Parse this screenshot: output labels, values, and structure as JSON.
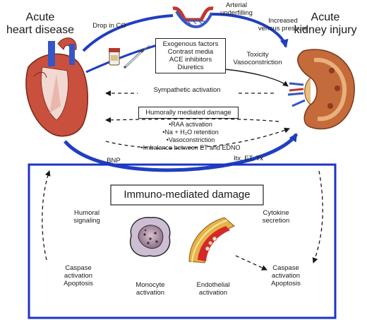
{
  "left_title": [
    "Acute",
    "heart disease"
  ],
  "right_title": [
    "Acute",
    "kidney injury"
  ],
  "top": {
    "drop_in_co": "Drop in CO",
    "arterial": [
      "Arterial",
      "underfilling"
    ],
    "venous": [
      "Increased",
      "venous pressure"
    ],
    "toxicity": [
      "Toxicity",
      "Vasoconstriction"
    ]
  },
  "factors_box": [
    "Exogenous factors",
    "Contrast media",
    "ACE inhibitors",
    "Diuretics"
  ],
  "middle": {
    "sympathetic": "Sympathetic activation",
    "humoral_box": "Humorally mediated damage",
    "humoral_list": [
      "•RAA activation",
      "•Na + H₂O retention",
      "•Vasoconstriction",
      "•Imbalance between ET and EDNO"
    ],
    "bnp": "BNP",
    "itx": "Itx, ET, Tx"
  },
  "immuno": {
    "title": "Immuno-mediated damage",
    "humoral_signaling": [
      "Humoral",
      "signaling"
    ],
    "cytokine": [
      "Cytokine",
      "secretion"
    ],
    "caspase_left": [
      "Caspase",
      "activation",
      "Apoptosis"
    ],
    "caspase_right": [
      "Caspase",
      "activation",
      "Apoptosis"
    ],
    "monocyte": [
      "Monocyte",
      "activation"
    ],
    "endothelial": [
      "Endothelial",
      "activation"
    ]
  },
  "icons": {
    "heart": "heart-icon",
    "kidney": "kidney-icon",
    "vessel": "vessel-network-icon",
    "drugs": "pill-bottle-syringe-icon",
    "monocyte": "monocyte-cell-icon",
    "endothelium": "blood-vessel-endothelium-icon"
  },
  "colors": {
    "arrow_blue": "#1f3fbf",
    "heart_red": "#c0392b",
    "kidney_brown": "#b5562a",
    "frame_blue": "#1c33c9"
  }
}
